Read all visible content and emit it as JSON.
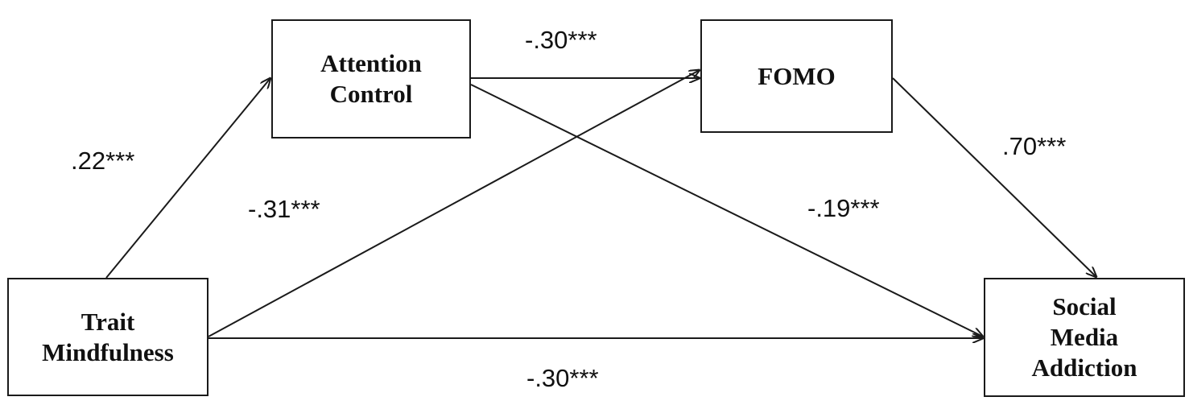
{
  "nodes": {
    "attention_control": "Attention\nControl",
    "fomo": "FOMO",
    "trait_mindfulness": "Trait\nMindfulness",
    "social_media_addiction": "Social\nMedia\nAddiction"
  },
  "paths": {
    "attention_to_fomo": "-.30***",
    "trait_to_attention": ".22***",
    "fomo_to_social": ".70***",
    "trait_to_fomo": "-.31***",
    "attention_to_social": "-.19***",
    "trait_to_social": "-.30***"
  },
  "colors": {
    "stroke": "#1a1a1a",
    "text": "#111111",
    "background": "#ffffff"
  }
}
